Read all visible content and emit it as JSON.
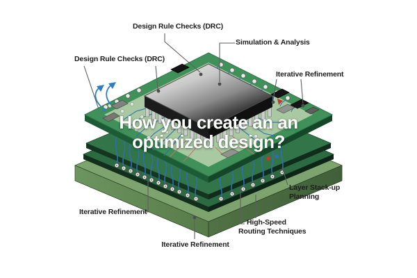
{
  "overlay": {
    "line1": "How you create an",
    "line2": "an optimized design?"
  },
  "annotations": {
    "drc_top": {
      "text": "Design Rule Checks (DRC)"
    },
    "drc_left": {
      "text": "Design Rule Checks (DRC)"
    },
    "simulation": {
      "text": "Simulation & Analysis"
    },
    "iterative_right": {
      "text": "Iterative Refinement"
    },
    "layer_stackup": {
      "line1": "Layer Stack-up",
      "line2": "Planning"
    },
    "high_speed": {
      "line1": "High-Speed",
      "line2": "Routing Techniques"
    },
    "iterative_left": {
      "text": "Iterative Refinement"
    },
    "iterative_bottom": {
      "text": "Iterative Refinement"
    }
  },
  "palette": {
    "background": "#ffffff",
    "board_top": "#a9c9a2",
    "board_rim": "#3f9159",
    "board_edge": "#1c5c35",
    "layer1_top": "#317549",
    "layer2_top": "#2c6b41",
    "layer_edge": "#143620",
    "base_top": "#7da36f",
    "base_edge_left": "#5f8551",
    "base_edge_right": "#47673c",
    "chip_body": "#1b1b1b",
    "chip_metal": "#ededed",
    "pin_metal": "#cdcdcd",
    "via_fill": "#e9ebe7",
    "wire_blue": "#2d6fb0",
    "trace_red": "#c4706e",
    "arrow_blue": "#2d7fc1",
    "marker_red": "#c0392b",
    "pointer_line": "#5f5f5f",
    "label_text": "#1d1d1d",
    "overlay_text": "#ffffff"
  }
}
